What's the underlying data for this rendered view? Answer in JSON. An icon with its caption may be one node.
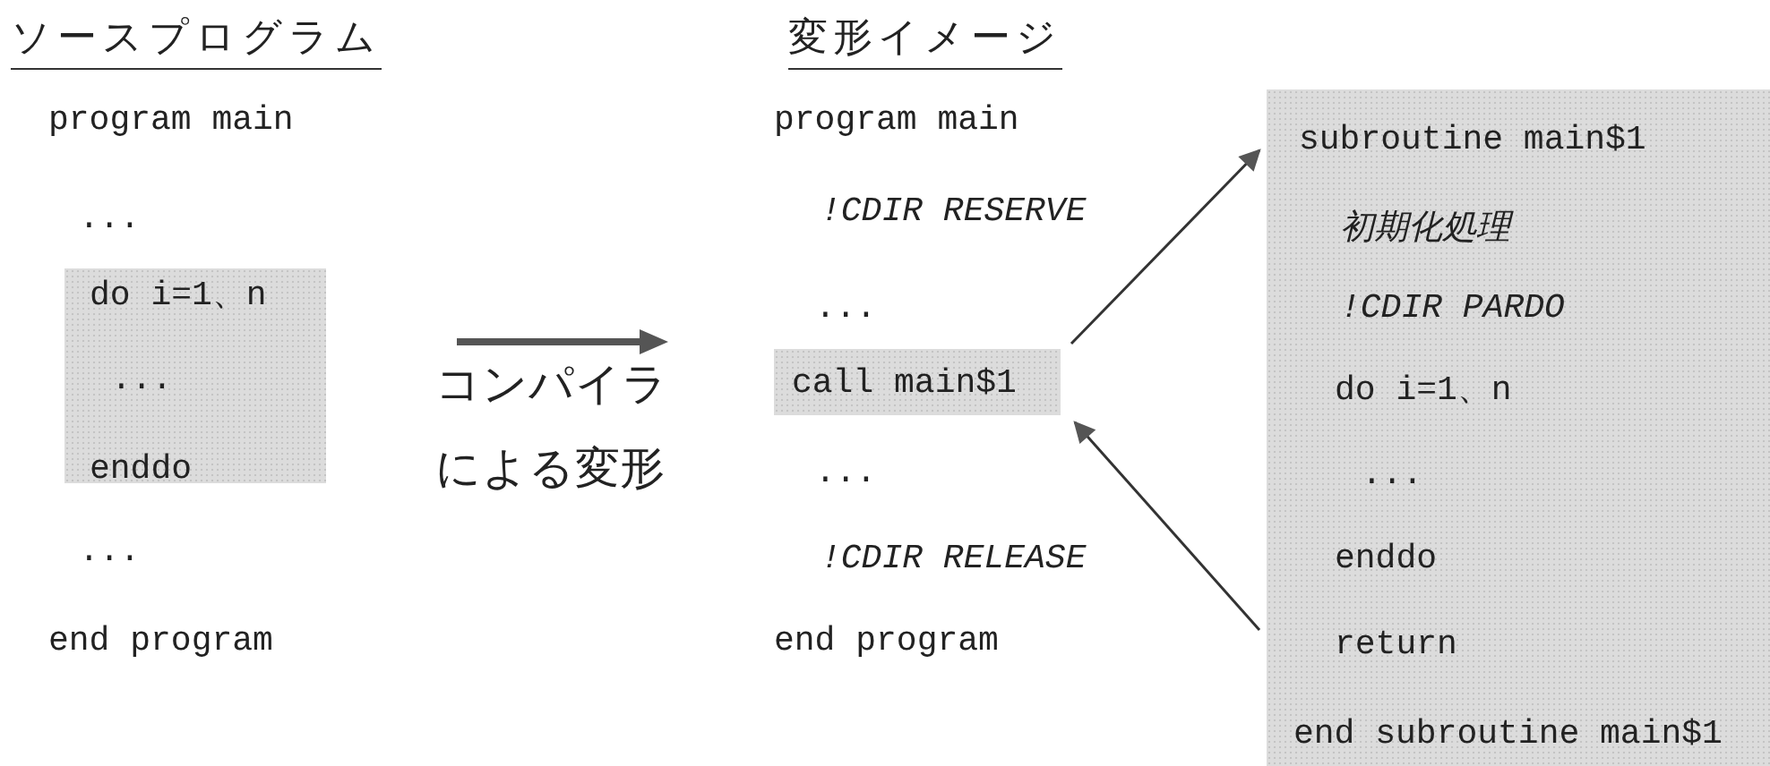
{
  "diagram": {
    "nodes": [
      {
        "text": [
          "do i=1、n",
          "...",
          "enddo"
        ]
      },
      {
        "text": [
          "call main$1"
        ]
      },
      {
        "text": [
          "subroutine main$1",
          "初期化処理",
          "!CDIR PARDO",
          "do i=1、n",
          "...",
          "enddo",
          "return",
          "end subroutine main$1"
        ]
      }
    ],
    "edges": [
      {
        "from": 1,
        "to": 2,
        "arrow": "to"
      },
      {
        "from": 2,
        "to": 1,
        "arrow": "to"
      }
    ],
    "labels": [
      "ソースプログラム",
      "変形イメージ",
      "program main",
      "...",
      "...",
      "end program",
      "コンパイラによる変形",
      "program main",
      "!CDIR RESERVE",
      "...",
      "...",
      "!CDIR RELEASE",
      "end program"
    ]
  }
}
